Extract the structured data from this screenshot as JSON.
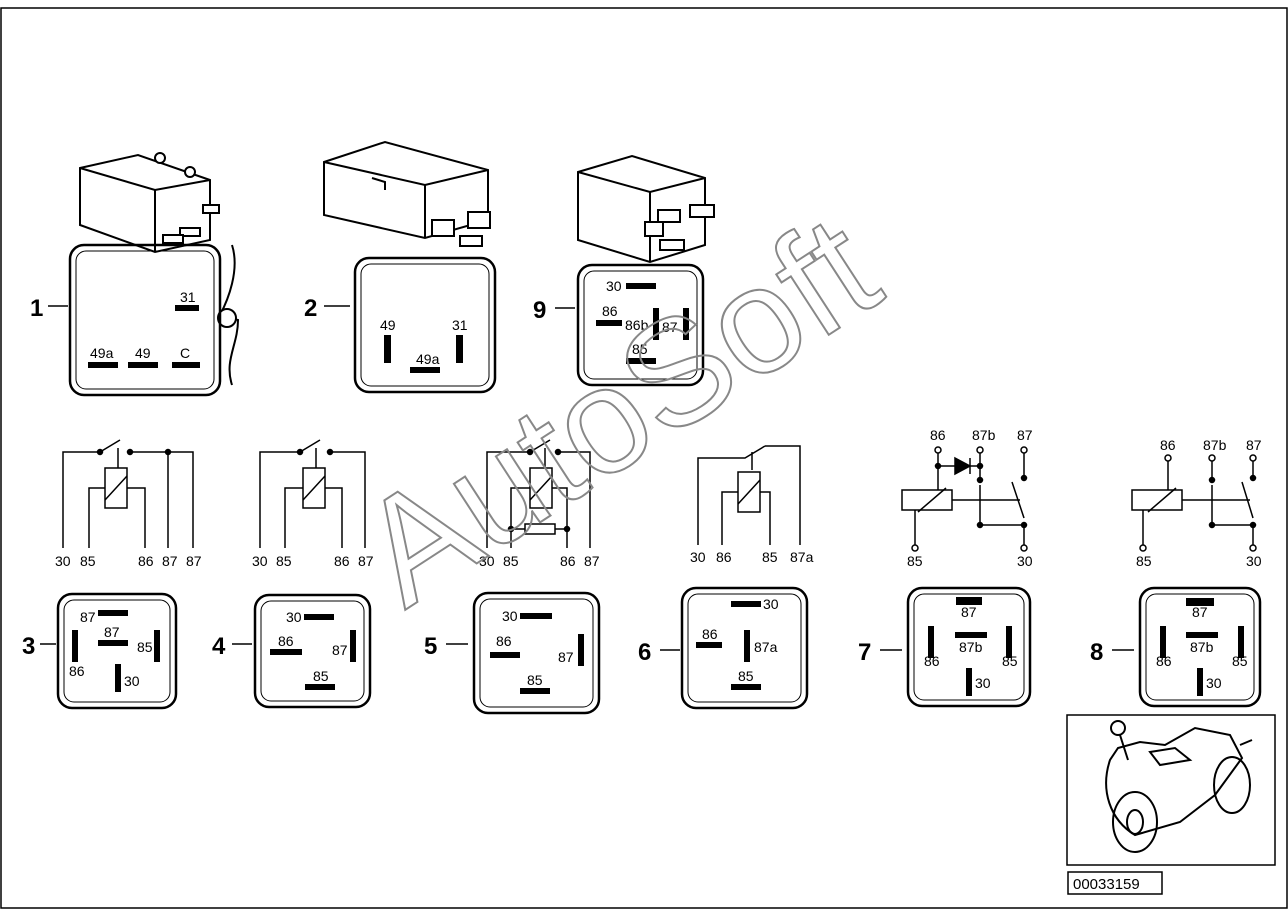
{
  "watermark": "AutoSoft",
  "part_number": "00033159",
  "relays": [
    {
      "num": "1",
      "pins": [
        "31",
        "49a",
        "49",
        "C"
      ]
    },
    {
      "num": "2",
      "pins": [
        "49",
        "31",
        "49a"
      ]
    },
    {
      "num": "9",
      "pins": [
        "30",
        "86",
        "86b",
        "87",
        "85"
      ]
    },
    {
      "num": "3",
      "pins": [
        "87",
        "87",
        "85",
        "86",
        "30"
      ]
    },
    {
      "num": "4",
      "pins": [
        "30",
        "86",
        "87",
        "85"
      ]
    },
    {
      "num": "5",
      "pins": [
        "30",
        "86",
        "87",
        "85"
      ]
    },
    {
      "num": "6",
      "pins": [
        "30",
        "86",
        "87a",
        "85"
      ]
    },
    {
      "num": "7",
      "pins": [
        "87",
        "86",
        "87b",
        "85",
        "30"
      ]
    },
    {
      "num": "8",
      "pins": [
        "87",
        "86",
        "87b",
        "85",
        "30"
      ]
    }
  ],
  "schematics": [
    {
      "labels": [
        "30",
        "85",
        "86",
        "87",
        "87"
      ]
    },
    {
      "labels": [
        "30",
        "85",
        "86",
        "87"
      ]
    },
    {
      "labels": [
        "30",
        "85",
        "86",
        "87"
      ]
    },
    {
      "labels": [
        "30",
        "86",
        "85",
        "87a"
      ]
    },
    {
      "top": [
        "86",
        "87b",
        "87"
      ],
      "bottom": [
        "85",
        "30"
      ]
    },
    {
      "top": [
        "86",
        "87b",
        "87"
      ],
      "bottom": [
        "85",
        "30"
      ]
    }
  ]
}
